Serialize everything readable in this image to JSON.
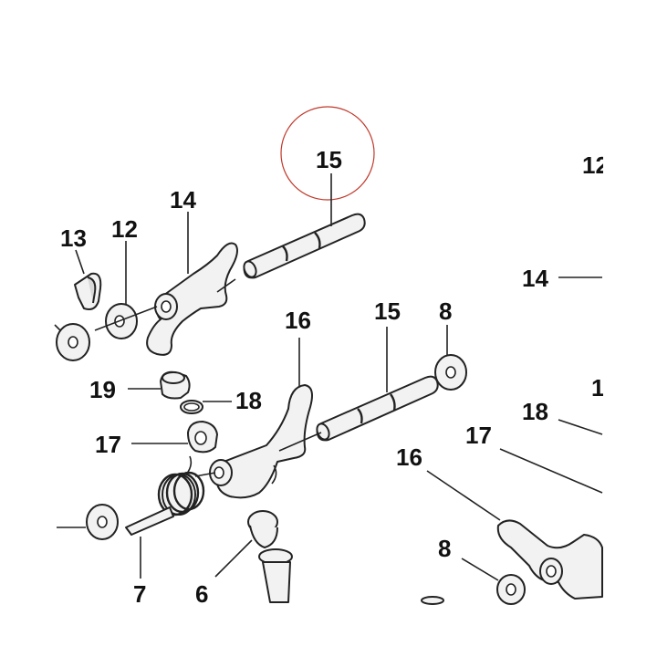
{
  "diagram": {
    "labels": {
      "part_15_highlight": "15",
      "part_14_left": "14",
      "part_13": "13",
      "part_12": "12",
      "part_16_center": "16",
      "part_15_center": "15",
      "part_8_top": "8",
      "part_19": "19",
      "part_18_left": "18",
      "part_17_left": "17",
      "part_7": "7",
      "part_6": "6",
      "part_12_right_clipped": "12",
      "part_14_right": "14",
      "part_1_right_clipped": "1",
      "part_18_right": "18",
      "part_17_right": "17",
      "part_16_right": "16",
      "part_8_bottom": "8"
    },
    "highlight_color": "#c0392b"
  }
}
